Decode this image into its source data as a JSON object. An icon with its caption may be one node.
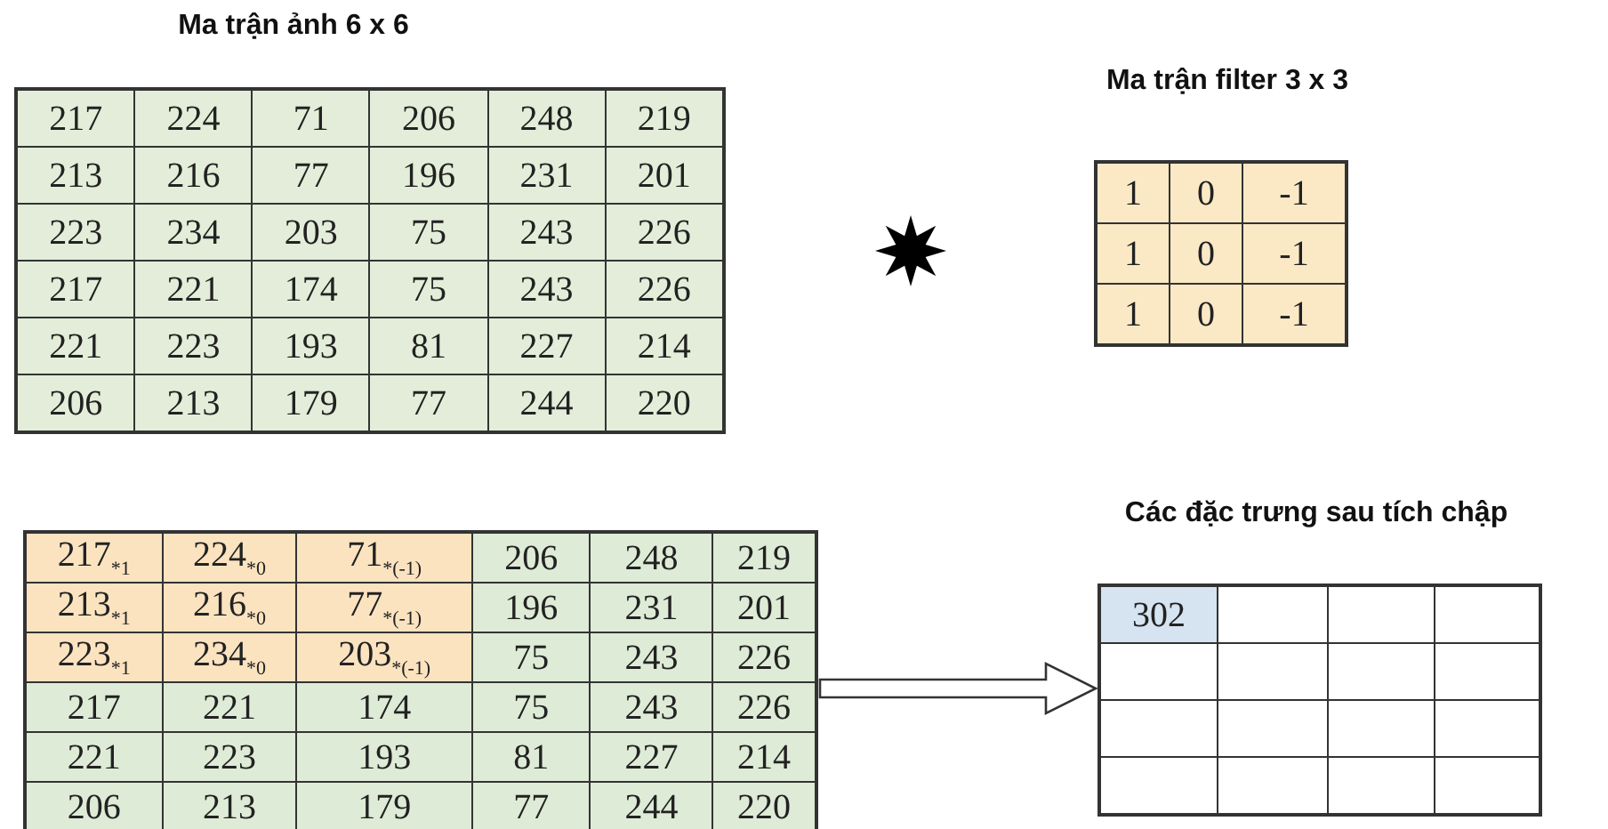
{
  "diagram": {
    "nodes": [
      {
        "text": [
          "Ma trận ảnh 6 x 6",
          "217",
          "224",
          "71",
          "206",
          "248",
          "219",
          "213",
          "216",
          "77",
          "196",
          "231",
          "201",
          "223",
          "234",
          "203",
          "75",
          "243",
          "226",
          "217",
          "221",
          "174",
          "75",
          "243",
          "226",
          "221",
          "223",
          "193",
          "81",
          "227",
          "214",
          "206",
          "213",
          "179",
          "77",
          "244",
          "220"
        ]
      },
      {
        "text": [
          "Ma trận filter 3 x 3",
          "1",
          "0",
          "-1",
          "1",
          "0",
          "-1",
          "1",
          "0",
          "-1"
        ]
      },
      {
        "text": [
          "217$_{*1}$",
          "224$_{*0}$",
          "71$_{*(-1)}$",
          "206",
          "248",
          "219",
          "213$_{*1}$",
          "216$_{*0}$",
          "77$_{*(-1)}$",
          "196",
          "231",
          "201",
          "223$_{*1}$",
          "234$_{*0}$",
          "203$_{*(-1)}$",
          "75",
          "243",
          "226",
          "217",
          "221",
          "174",
          "75",
          "243",
          "226",
          "221",
          "223",
          "193",
          "81",
          "227",
          "214",
          "206",
          "213",
          "179",
          "77",
          "244",
          "220"
        ]
      },
      {
        "text": [
          "Các đặc trưng sau tích chập",
          "302"
        ]
      }
    ],
    "edges": [
      {
        "from": 2,
        "to": 3,
        "arrow": "to"
      }
    ]
  }
}
